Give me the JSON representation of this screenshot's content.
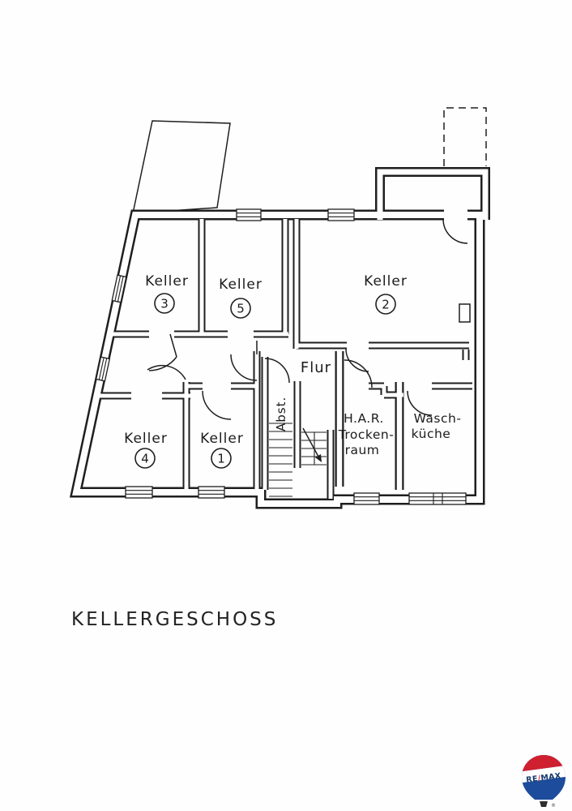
{
  "title": "KELLERGESCHOSS",
  "rooms": [
    {
      "label": "Keller",
      "number": "3"
    },
    {
      "label": "Keller",
      "number": "5"
    },
    {
      "label": "Keller",
      "number": "2"
    },
    {
      "label": "Keller",
      "number": "4"
    },
    {
      "label": "Keller",
      "number": "1"
    }
  ],
  "areas": {
    "hall": "Flur",
    "storage": "Abst.",
    "drying_line1": "H.A.R.",
    "drying_line2": "Trocken-",
    "drying_line3": "raum",
    "laundry_line1": "Wasch-",
    "laundry_line2": "küche"
  },
  "logo": {
    "re": "RE",
    "slash": "/",
    "max": "MAX",
    "registered": "®",
    "colors": {
      "red": "#cf2030",
      "blue": "#1e4c9c",
      "navy": "#14386e"
    }
  }
}
